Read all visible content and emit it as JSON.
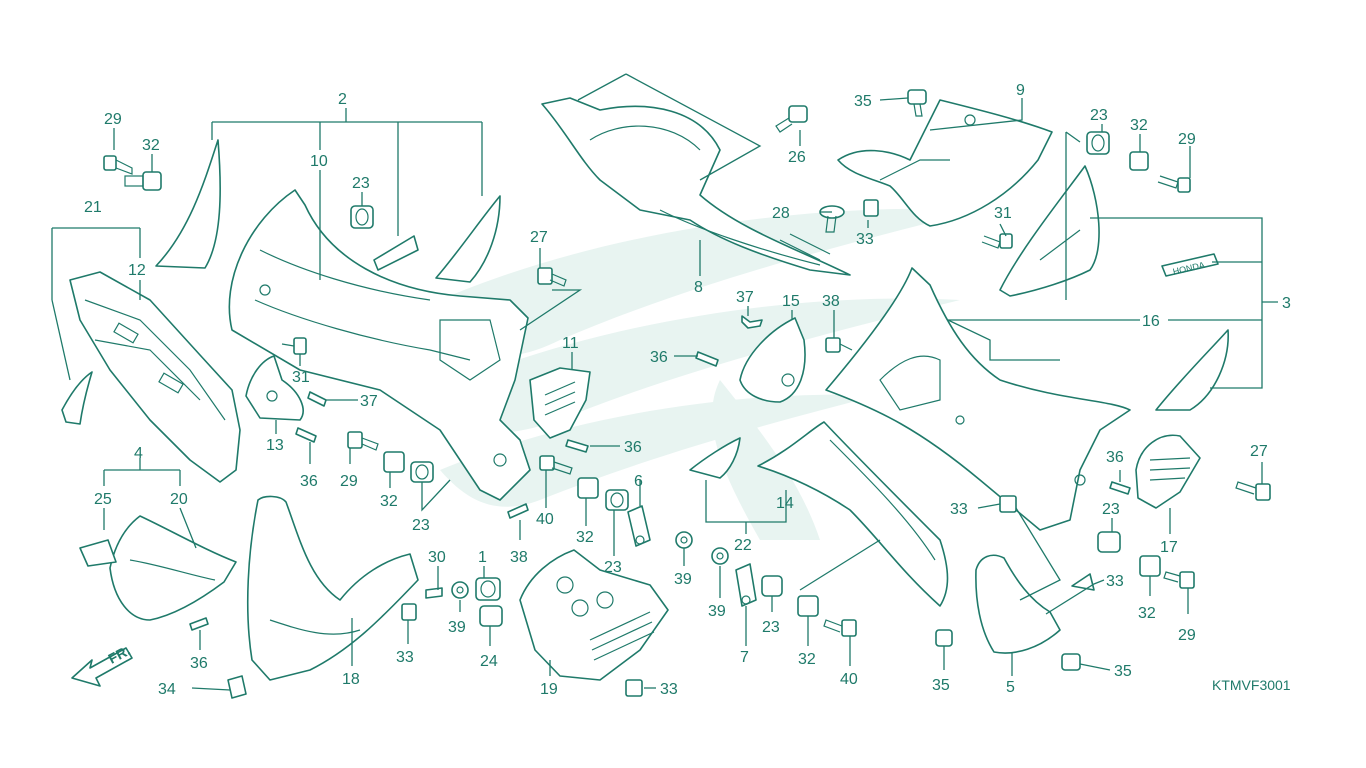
{
  "diagram": {
    "part_numbers": [
      "1",
      "2",
      "3",
      "4",
      "5",
      "6",
      "7",
      "8",
      "9",
      "10",
      "11",
      "12",
      "13",
      "14",
      "15",
      "16",
      "17",
      "18",
      "19",
      "20",
      "21",
      "22",
      "23",
      "24",
      "25",
      "26",
      "27",
      "28",
      "29",
      "30",
      "31",
      "32",
      "33",
      "34",
      "35",
      "36",
      "37",
      "38",
      "39",
      "40"
    ],
    "labels": [
      {
        "id": "2",
        "text": "2"
      },
      {
        "id": "10",
        "text": "10"
      },
      {
        "id": "29a",
        "text": "29"
      },
      {
        "id": "32a",
        "text": "32"
      },
      {
        "id": "21",
        "text": "21"
      },
      {
        "id": "12",
        "text": "12"
      },
      {
        "id": "23a",
        "text": "23"
      },
      {
        "id": "27a",
        "text": "27"
      },
      {
        "id": "8",
        "text": "8"
      },
      {
        "id": "26",
        "text": "26"
      },
      {
        "id": "28",
        "text": "28"
      },
      {
        "id": "33a",
        "text": "33"
      },
      {
        "id": "35a",
        "text": "35"
      },
      {
        "id": "9",
        "text": "9"
      },
      {
        "id": "23b",
        "text": "23"
      },
      {
        "id": "32b",
        "text": "32"
      },
      {
        "id": "29b",
        "text": "29"
      },
      {
        "id": "31a",
        "text": "31"
      },
      {
        "id": "3",
        "text": "3"
      },
      {
        "id": "16",
        "text": "16"
      },
      {
        "id": "37a",
        "text": "37"
      },
      {
        "id": "15",
        "text": "15"
      },
      {
        "id": "38a",
        "text": "38"
      },
      {
        "id": "36a",
        "text": "36"
      },
      {
        "id": "11",
        "text": "11"
      },
      {
        "id": "36b",
        "text": "36"
      },
      {
        "id": "31b",
        "text": "31"
      },
      {
        "id": "37b",
        "text": "37"
      },
      {
        "id": "13",
        "text": "13"
      },
      {
        "id": "36c",
        "text": "36"
      },
      {
        "id": "29c",
        "text": "29"
      },
      {
        "id": "32c",
        "text": "32"
      },
      {
        "id": "23c",
        "text": "23"
      },
      {
        "id": "40a",
        "text": "40"
      },
      {
        "id": "32d",
        "text": "32"
      },
      {
        "id": "6",
        "text": "6"
      },
      {
        "id": "23d",
        "text": "23"
      },
      {
        "id": "38b",
        "text": "38"
      },
      {
        "id": "4",
        "text": "4"
      },
      {
        "id": "25",
        "text": "25"
      },
      {
        "id": "20",
        "text": "20"
      },
      {
        "id": "36d",
        "text": "36"
      },
      {
        "id": "34",
        "text": "34"
      },
      {
        "id": "18",
        "text": "18"
      },
      {
        "id": "30",
        "text": "30"
      },
      {
        "id": "39a",
        "text": "39"
      },
      {
        "id": "33b",
        "text": "33"
      },
      {
        "id": "1",
        "text": "1"
      },
      {
        "id": "24",
        "text": "24"
      },
      {
        "id": "19",
        "text": "19"
      },
      {
        "id": "33c",
        "text": "33"
      },
      {
        "id": "39b",
        "text": "39"
      },
      {
        "id": "22",
        "text": "22"
      },
      {
        "id": "14",
        "text": "14"
      },
      {
        "id": "39c",
        "text": "39"
      },
      {
        "id": "7",
        "text": "7"
      },
      {
        "id": "23e",
        "text": "23"
      },
      {
        "id": "32e",
        "text": "32"
      },
      {
        "id": "40b",
        "text": "40"
      },
      {
        "id": "33d",
        "text": "33"
      },
      {
        "id": "35b",
        "text": "35"
      },
      {
        "id": "5",
        "text": "5"
      },
      {
        "id": "35c",
        "text": "35"
      },
      {
        "id": "33e",
        "text": "33"
      },
      {
        "id": "36e",
        "text": "36"
      },
      {
        "id": "27b",
        "text": "27"
      },
      {
        "id": "17",
        "text": "17"
      },
      {
        "id": "23f",
        "text": "23"
      },
      {
        "id": "32f",
        "text": "32"
      },
      {
        "id": "29d",
        "text": "29"
      }
    ],
    "direction_marker": "FR.",
    "diagram_code": "KTMVF3001",
    "decal_text": "HONDA",
    "colors": {
      "line": "#1f7a6a",
      "watermark": "#e8f4f1",
      "background": "#ffffff"
    }
  }
}
